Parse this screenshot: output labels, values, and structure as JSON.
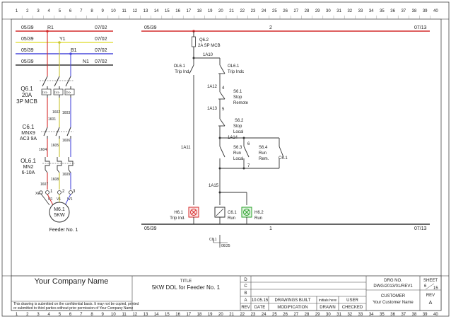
{
  "grid_numbers": [
    "1",
    "2",
    "3",
    "4",
    "5",
    "6",
    "7",
    "8",
    "9",
    "10",
    "11",
    "12",
    "13",
    "14",
    "15",
    "16",
    "17",
    "18",
    "19",
    "20",
    "21",
    "22",
    "23",
    "24",
    "25",
    "26",
    "27",
    "28",
    "29",
    "30",
    "31",
    "32",
    "33",
    "34",
    "35",
    "36",
    "37",
    "38",
    "39",
    "40"
  ],
  "power": {
    "rail_refs": [
      {
        "from": "05/39",
        "name": "R1",
        "to": "07/02"
      },
      {
        "from": "05/39",
        "name": "Y1",
        "to": "07/02"
      },
      {
        "from": "05/39",
        "name": "B1",
        "to": "07/02"
      },
      {
        "from": "05/39",
        "name": "N1",
        "to": "07/02"
      }
    ],
    "mcb": {
      "tag": "Q6.1",
      "rating": "20A",
      "type": "3P MCB",
      "trips": [
        "I>>",
        "I>>",
        "I>>"
      ]
    },
    "contactor": {
      "tag": "C6.1",
      "model": "MNX9",
      "rating": "AC3 9A"
    },
    "overload": {
      "tag": "OL6.1",
      "model": "MN2",
      "range": "6-10A"
    },
    "wires": {
      "w1": "1601",
      "w2": "1602",
      "w3": "1603",
      "w4": "1604",
      "w5": "1605",
      "w6": "1606",
      "w7": "1607",
      "w8": "1608",
      "w9": "1609"
    },
    "motor": {
      "tag": "M6.1",
      "power": "5KW",
      "terminals": [
        "1",
        "2",
        "3"
      ],
      "uvw": [
        "U1",
        "V1",
        "W1"
      ],
      "earth": "XE"
    },
    "feeder_label": "Feeder No. 1"
  },
  "control": {
    "top_rail": {
      "from": "05/39",
      "num": "2",
      "to": "07/13"
    },
    "bottom_rail": {
      "from": "05/39",
      "num": "1",
      "to": "07/13"
    },
    "q62": {
      "tag": "Q6.2",
      "desc": "2A SP MCB"
    },
    "wire_1a10": "1A10",
    "ol61": {
      "tag": "OL6.1",
      "desc": "Trip Ind."
    },
    "ol61b": {
      "tag": "OL6.1",
      "desc": "Trip Indc"
    },
    "wire_1a12": "1A12",
    "s61": {
      "tag": "S6.1",
      "l1": "Stop",
      "l2": "Remote"
    },
    "wire_1a13": "1A13",
    "s62": {
      "tag": "S6.2",
      "l1": "Stop",
      "l2": "Local"
    },
    "wire_1a14": "1A14",
    "s63": {
      "tag": "S6.3",
      "l1": "Run",
      "l2": "Local"
    },
    "s64": {
      "tag": "S6.4",
      "l1": "Run",
      "l2": "Rem."
    },
    "c61_hold": "C6.1",
    "wire_1a11": "1A11",
    "wire_1a15": "1A15",
    "h61": {
      "tag": "H6.1",
      "desc": "Trip Ind."
    },
    "c61coil": {
      "tag": "C6.1",
      "desc": "Run"
    },
    "h62": {
      "tag": "H6.2",
      "desc": "Run"
    },
    "nums": {
      "n4": "4",
      "n5": "5",
      "n6": "6",
      "n7": "7"
    },
    "xref_c61": "C6.1",
    "xref_val": "06/25",
    "colors": {
      "red": "#d42a2a",
      "green": "#2aa02a",
      "line": "#333333"
    }
  },
  "title_block": {
    "company": "Your Company Name",
    "title_label": "TITLE",
    "title": "5KW DOL for Feeder No. 1",
    "rev_letters": [
      "D",
      "C",
      "B",
      "A"
    ],
    "row_a": {
      "date": "10.05.15",
      "mod": "DRAWINGS BUILT",
      "drawn": "initials here",
      "checked": "USER"
    },
    "headers": {
      "rev": "REV",
      "date": "DATE",
      "mod": "MODIFICATION",
      "drawn": "DRAWN",
      "checked": "CHECKED"
    },
    "dwg_label": "DRG NO.",
    "dwg_no": "DWG/2013/01/REV1",
    "customer_label": "CUSTOMER",
    "customer": "Your Customer Name",
    "sheet_label": "SHEET",
    "sheet_no": "6",
    "sheet_total": "15",
    "rev_label": "REV",
    "rev_value": "A",
    "disclaimer1": "This drawing is submitted on the confidential basis. It may not be copied, printed",
    "disclaimer2": "or submitted to third parties without prior permission of Your Company Name"
  }
}
